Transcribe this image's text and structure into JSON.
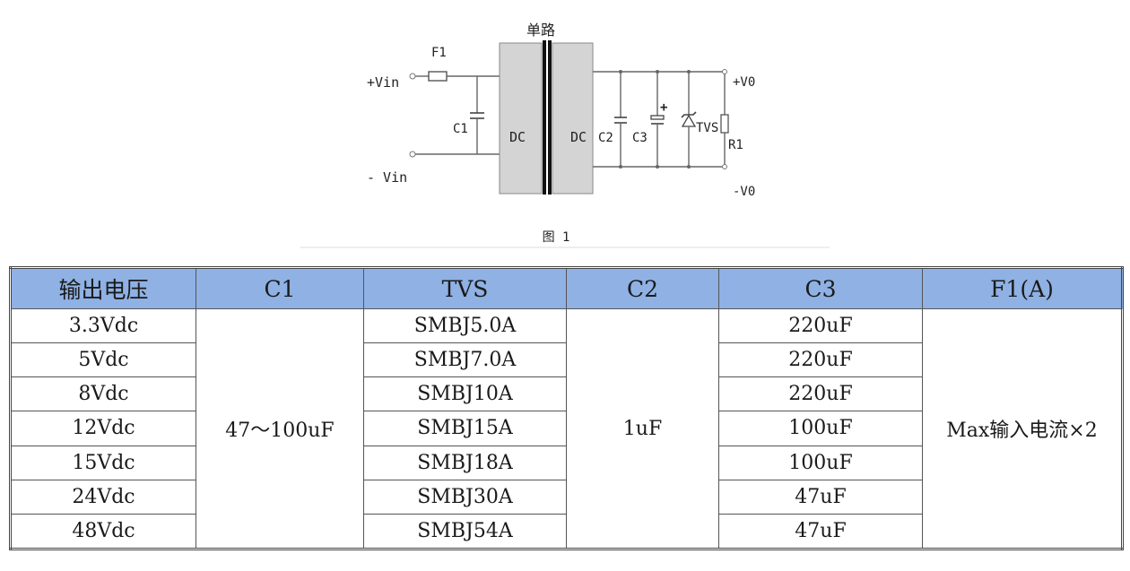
{
  "diagram": {
    "title": "单路",
    "caption": "图 1",
    "labels": {
      "vin_pos": "+Vin",
      "vin_neg": "- Vin",
      "fuse": "F1",
      "c1": "C1",
      "dc_in": "DC",
      "dc_out": "DC",
      "c2": "C2",
      "c3": "C3",
      "c3_polarity": "+",
      "tvs": "TVS",
      "r1": "R1",
      "vo_pos": "+V0",
      "vo_neg": "-V0"
    },
    "colors": {
      "converter_block": "#d4d4d4",
      "wire": "#666666",
      "header_bg": "#8fb1e4"
    }
  },
  "table": {
    "headers": [
      "输出电压",
      "C1",
      "TVS",
      "C2",
      "C3",
      "F1(A)"
    ],
    "output_voltage": [
      "3.3Vdc",
      "5Vdc",
      "8Vdc",
      "12Vdc",
      "15Vdc",
      "24Vdc",
      "48Vdc"
    ],
    "c1_value": "47～100uF",
    "tvs": [
      "SMBJ5.0A",
      "SMBJ7.0A",
      "SMBJ10A",
      "SMBJ15A",
      "SMBJ18A",
      "SMBJ30A",
      "SMBJ54A"
    ],
    "c2_value": "1uF",
    "c3": [
      "220uF",
      "220uF",
      "220uF",
      "100uF",
      "100uF",
      "47uF",
      "47uF"
    ],
    "f1_value": "Max输入电流×2"
  }
}
